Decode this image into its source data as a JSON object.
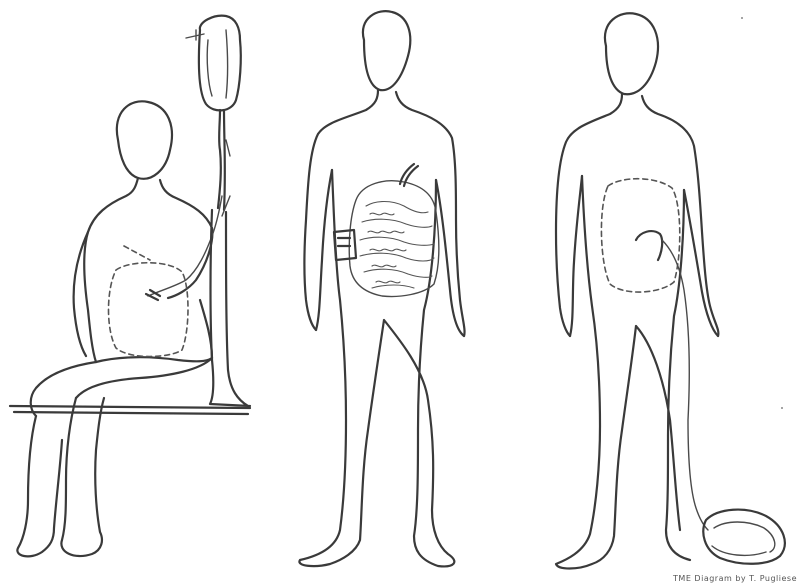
{
  "figures": [
    {
      "id": "seated",
      "description_key": "seated-figure-with-drip-bag"
    },
    {
      "id": "standing-middle",
      "description_key": "standing-figure-with-abdominal-pump"
    },
    {
      "id": "standing-right",
      "description_key": "standing-figure-with-drainage-bag"
    }
  ],
  "credit": "TME Diagram by T. Pugliese",
  "colors": {
    "ink": "#3a3a3a",
    "background": "#ffffff"
  }
}
